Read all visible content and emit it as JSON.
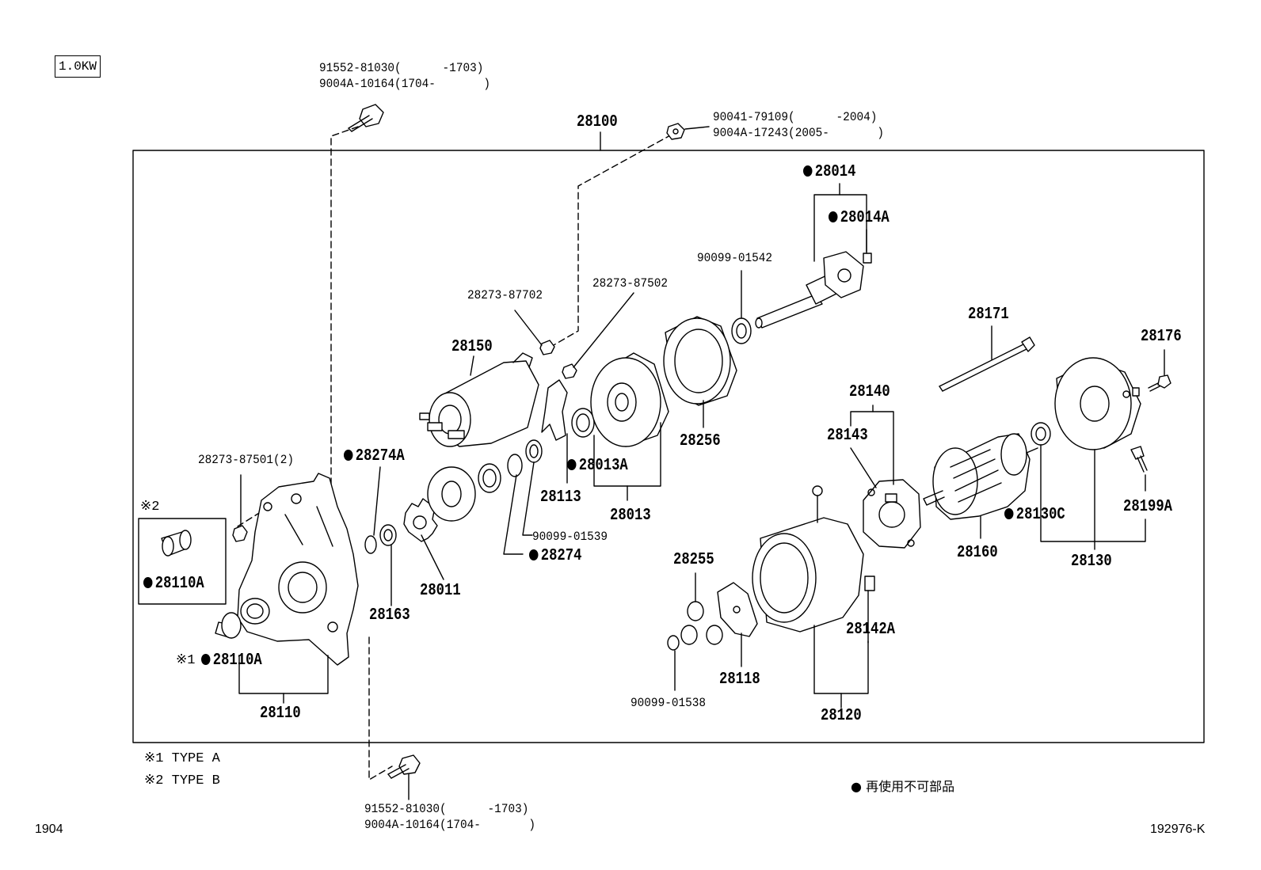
{
  "engine_tag": "1.0KW",
  "assembly_no": "28100",
  "legend": {
    "symbol": "●",
    "text": "再使用不可部品"
  },
  "type_notes": {
    "a": "※1 TYPE A",
    "b": "※2 TYPE B"
  },
  "footer": {
    "left": "1904",
    "right": "192976-K"
  },
  "labels": {
    "bolt_top_1": "91552-81030(      -1703)",
    "bolt_top_2": "9004A-10164(1704-       )",
    "nut_top_1": "90041-79109(      -2004)",
    "nut_top_2": "9004A-17243(2005-       )",
    "bolt_bottom_1": "91552-81030(      -1703)",
    "bolt_bottom_2": "9004A-10164(1704-       )",
    "p28014": "28014",
    "p28014A": "28014A",
    "p90099_01542": "90099-01542",
    "p28273_87702": "28273-87702",
    "p28273_87502": "28273-87502",
    "p28150": "28150",
    "p28256": "28256",
    "p28171": "28171",
    "p28176": "28176",
    "p28140": "28140",
    "p28143": "28143",
    "p28273_87501": "28273-87501(2)",
    "p28274A": "28274A",
    "p28013A": "28013A",
    "p28113": "28113",
    "p28013": "28013",
    "p90099_01539": "90099-01539",
    "p28274": "28274",
    "p28011": "28011",
    "p28163": "28163",
    "p28130C": "28130C",
    "p28199A": "28199A",
    "p28160": "28160",
    "p28130": "28130",
    "p28255": "28255",
    "p28142A": "28142A",
    "p28118": "28118",
    "p90099_01538": "90099-01538",
    "p28120": "28120",
    "type_b_mark": "※2",
    "p28110A_b": "28110A",
    "type_a_mark": "※1",
    "p28110A_a": "28110A",
    "p28110": "28110"
  }
}
